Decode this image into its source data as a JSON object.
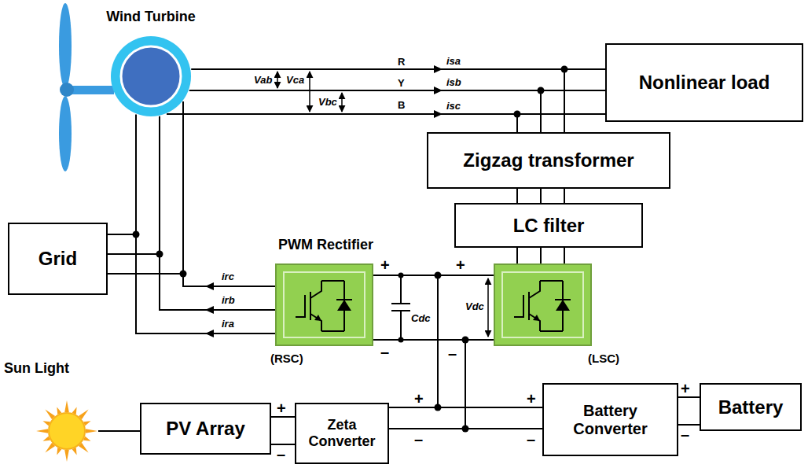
{
  "diagram": {
    "nodes": [
      {
        "text": [
          "Wind Turbine"
        ]
      },
      {
        "text": [
          "Nonlinear load"
        ]
      },
      {
        "text": [
          "Zigzag transformer"
        ]
      },
      {
        "text": [
          "LC filter"
        ]
      },
      {
        "text": [
          "Grid"
        ]
      },
      {
        "text": [
          "PWM Rectifier",
          "(RSC)"
        ]
      },
      {
        "text": [
          "(LSC)"
        ]
      },
      {
        "text": [
          "Sun Light"
        ]
      },
      {
        "text": [
          "PV Array"
        ]
      },
      {
        "text": [
          "Zeta Converter"
        ]
      },
      {
        "text": [
          "Battery Converter"
        ]
      },
      {
        "text": [
          "Battery"
        ]
      }
    ],
    "edges": [
      {
        "from": 0,
        "to": 1,
        "arrow": "none"
      },
      {
        "from": 2,
        "to": 1,
        "arrow": "none"
      },
      {
        "from": 3,
        "to": 2,
        "arrow": "none"
      },
      {
        "from": 6,
        "to": 3,
        "arrow": "none"
      },
      {
        "from": 0,
        "to": 4,
        "arrow": "none"
      },
      {
        "from": 5,
        "to": 4,
        "arrow": "none"
      },
      {
        "from": 5,
        "to": 6,
        "arrow": "none"
      },
      {
        "from": 8,
        "to": 9,
        "arrow": "none"
      },
      {
        "from": 9,
        "to": 6,
        "arrow": "none"
      },
      {
        "from": 10,
        "to": 6,
        "arrow": "none"
      },
      {
        "from": 10,
        "to": 11,
        "arrow": "none"
      },
      {
        "from": 7,
        "to": 8,
        "arrow": "none"
      }
    ],
    "labels": [
      "R",
      "Y",
      "B",
      "isa",
      "isb",
      "isc",
      "Vab",
      "Vca",
      "Vbc",
      "irc",
      "irb",
      "ira",
      "Cdc",
      "Vdc",
      "+",
      "–",
      "+",
      "–",
      "+",
      "–",
      "+",
      "–",
      "+",
      "–",
      "+",
      "–"
    ]
  }
}
